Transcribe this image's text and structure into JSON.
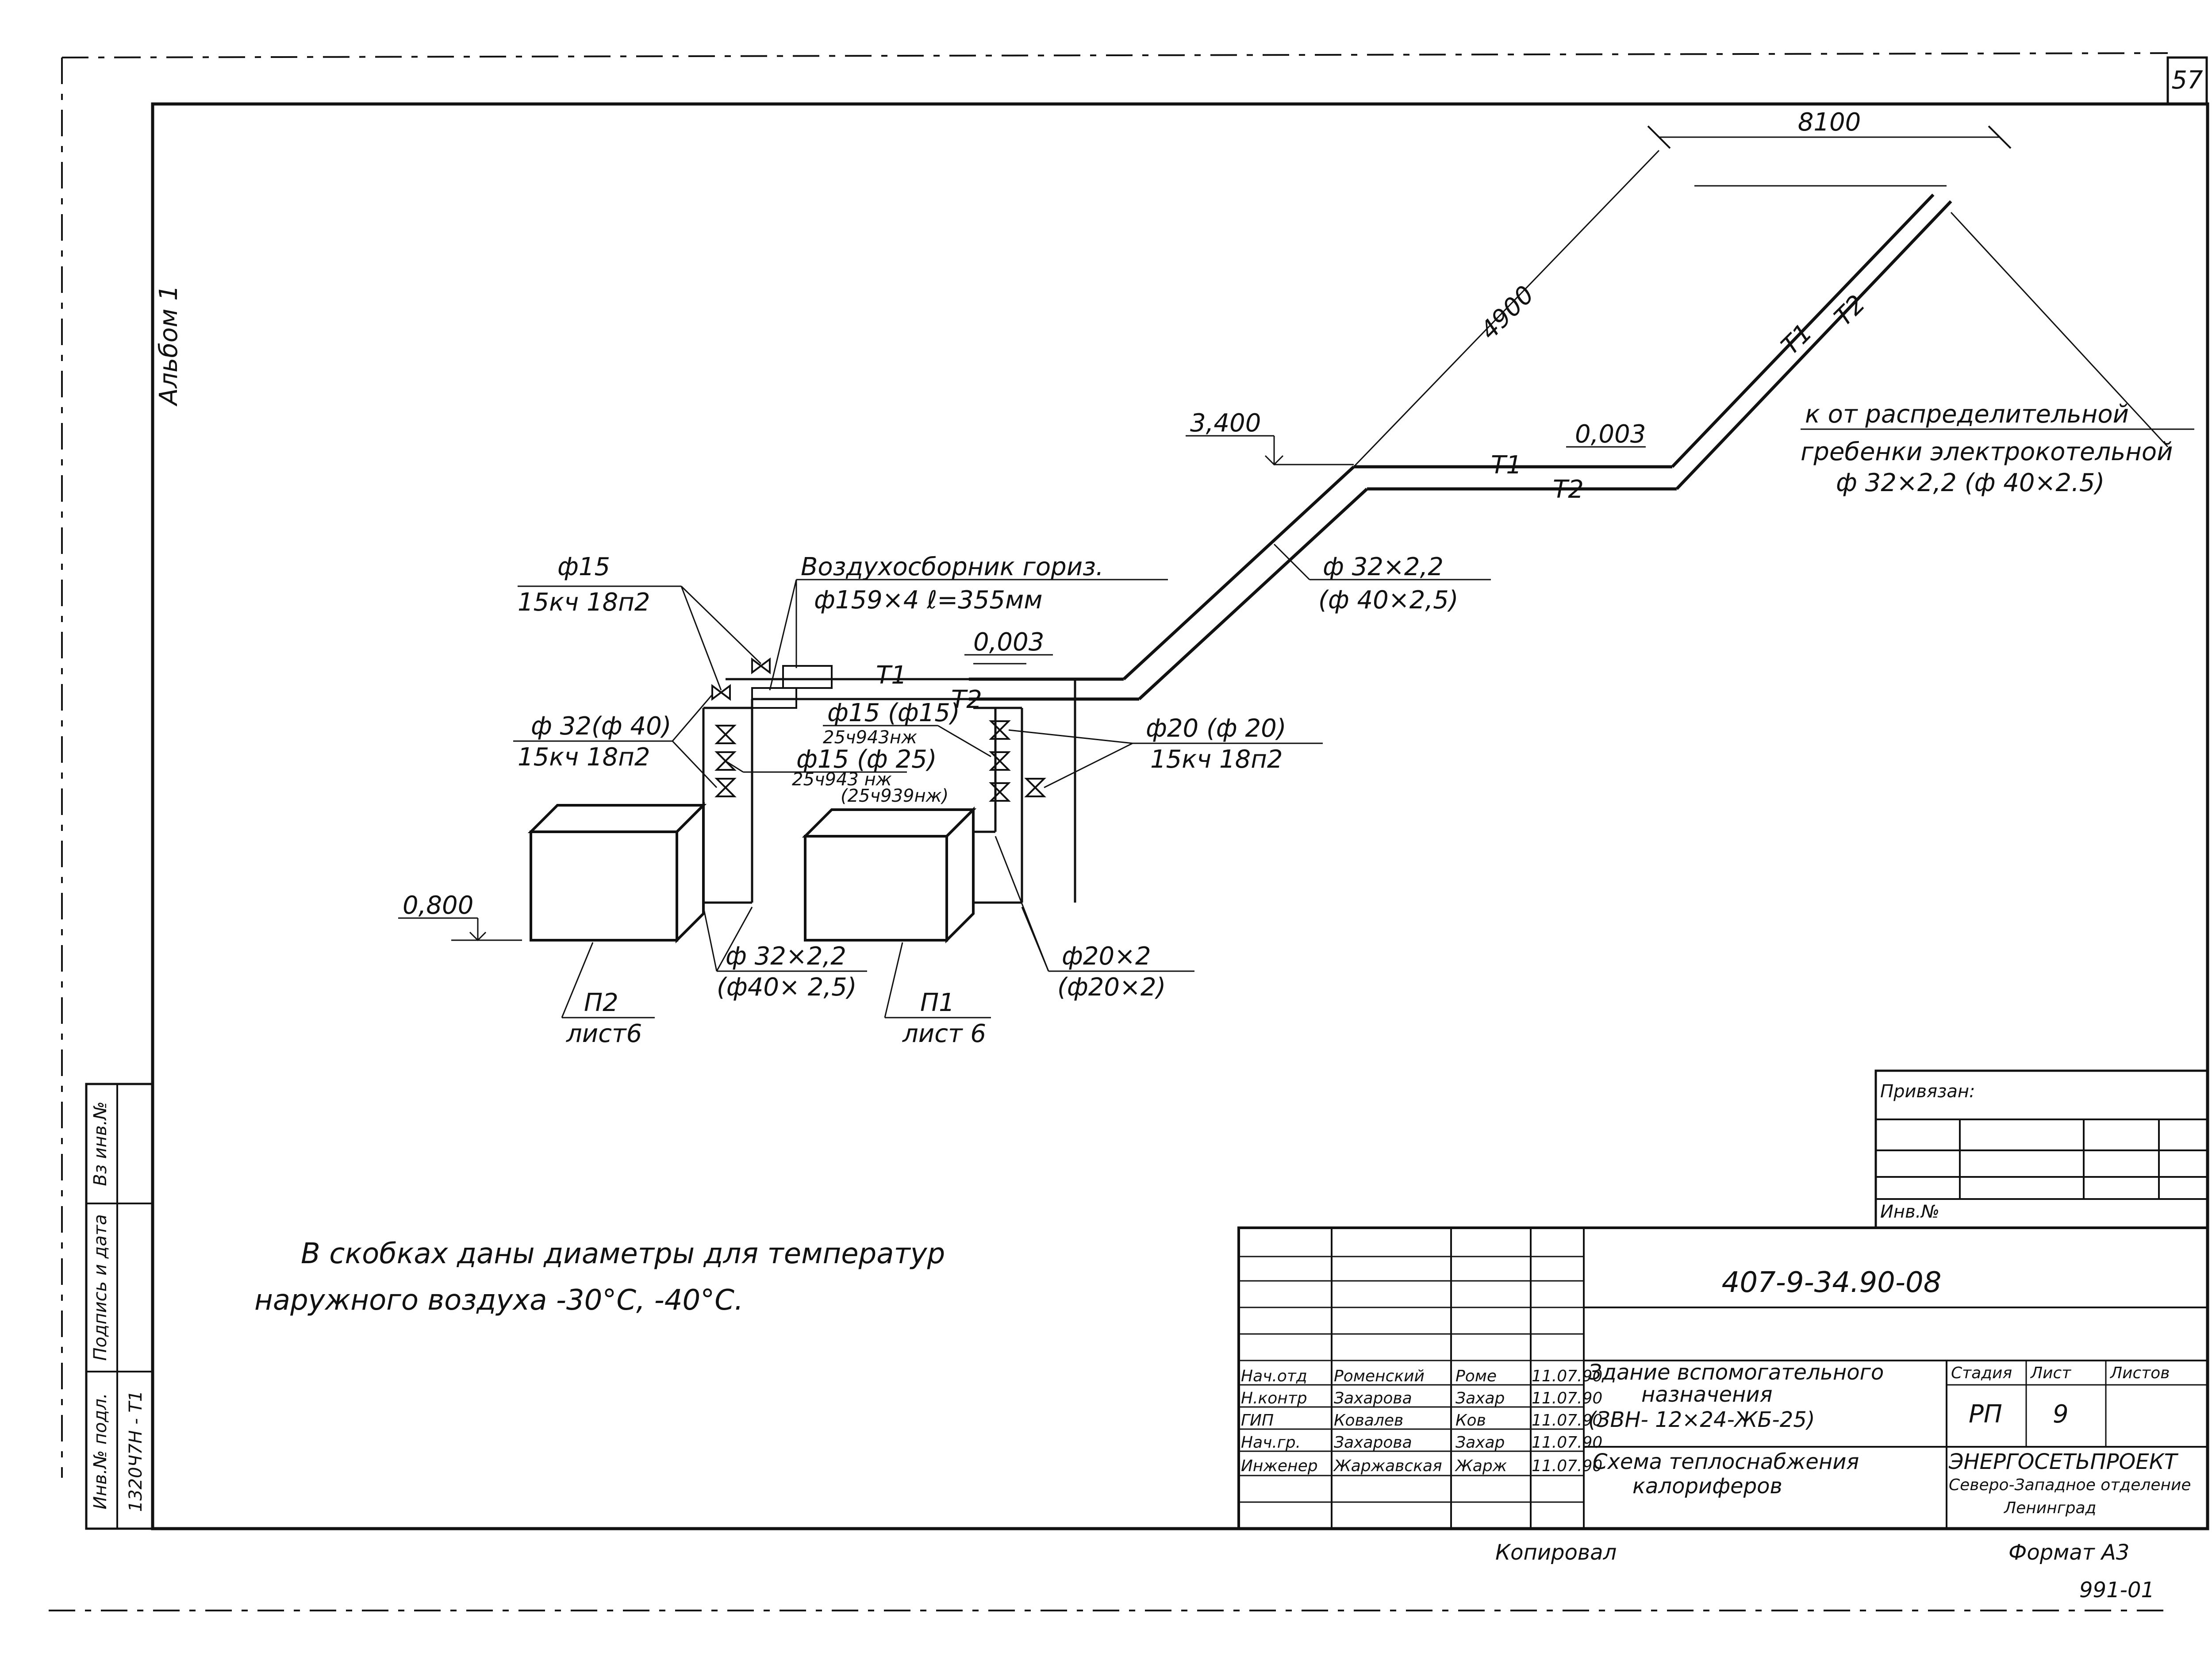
{
  "sheet_number": "57",
  "album_label": "Альбом 1",
  "dims": {
    "d8100": "8100",
    "d4900": "4900"
  },
  "elevations": {
    "e3400": "3,400",
    "e0003_top": "0,003",
    "e0003_mid": "0,003",
    "e0800": "0,800"
  },
  "pipe_tags": {
    "t1_riser": "Т1",
    "t2_riser": "Т2",
    "t1_main": "Т1",
    "t2_main": "Т2",
    "t1_lower": "Т1",
    "t2_lower": "Т2"
  },
  "labels": {
    "source_line1": "к от распределительной",
    "source_line2": "гребенки электрокотельной",
    "source_line3": "ф 32×2,2  (ф 40×2.5)",
    "riser_dia1": "ф 32×2,2",
    "riser_dia2": "(ф 40×2,5)",
    "v15_top": "ф15",
    "v15_bottom": "15кч 18п2",
    "air_line1": "Воздухосборник гориз.",
    "air_line2": "ф159×4  ℓ=355мм",
    "p32_top": "ф 32(ф 40)",
    "p32_bottom": "15кч 18п2",
    "m15a_top": "ф15 (ф15)",
    "m15a_bottom": "25ч943нж",
    "m15b_top": "ф15 (ф 25)",
    "m15b_mid": "25ч943 нж",
    "m15b_bottom": "(25ч939нж)",
    "p20_top": "ф20 (ф 20)",
    "p20_bottom": "15кч 18п2",
    "p32s_top": "ф 32×2,2",
    "p32s_bottom": "(ф40× 2,5)",
    "p20s_top": "ф20×2",
    "p20s_bottom": "(ф20×2)",
    "p2_name": "П2",
    "p2_sheet": "лист6",
    "p1_name": "П1",
    "p1_sheet": "лист 6"
  },
  "note": {
    "line1": "В скобках даны диаметры для температур",
    "line2": "наружного воздуха  -30°С, -40°С."
  },
  "left_stamp": {
    "col1": "Инв.№ подл.",
    "col1_value": "1320Ч7Н - Т1",
    "col2": "Подпись и дата",
    "col3": "Вз инв.№"
  },
  "privyazan": "Привязан:",
  "inv_no": "Инв.№",
  "title_block": {
    "code": "407-9-34.90-08",
    "building_line1": "Здание вспомогательного",
    "building_line2": "назначения",
    "building_line3": "(ЗВН- 12×24-ЖБ-25)",
    "sheet_title_line1": "Схема теплоснабжения",
    "sheet_title_line2": "калориферов",
    "stage_label": "Стадия",
    "sheet_label": "Лист",
    "sheets_label": "Листов",
    "stage_value": "РП",
    "sheet_value": "9",
    "org_name": "ЭНЕРГОСЕТЬПРОЕКТ",
    "org_branch": "Северо-Западное отделение",
    "org_city": "Ленинград",
    "staff": [
      {
        "role": "Нач.отд",
        "name": "Роменский",
        "sign": "Роме",
        "date": "11.07.90"
      },
      {
        "role": "Н.контр",
        "name": "Захарова",
        "sign": "Захар",
        "date": "11.07.90"
      },
      {
        "role": "ГИП",
        "name": "Ковалев",
        "sign": "Ков",
        "date": "11.07.90"
      },
      {
        "role": "Нач.гр.",
        "name": "Захарова",
        "sign": "Захар",
        "date": "11.07.90"
      },
      {
        "role": "Инженер",
        "name": "Жаржавская",
        "sign": "Жарж",
        "date": "11.07.90"
      }
    ]
  },
  "bottom": {
    "copied": "Копировал",
    "format": "Формат А3",
    "archive": "991-01"
  }
}
